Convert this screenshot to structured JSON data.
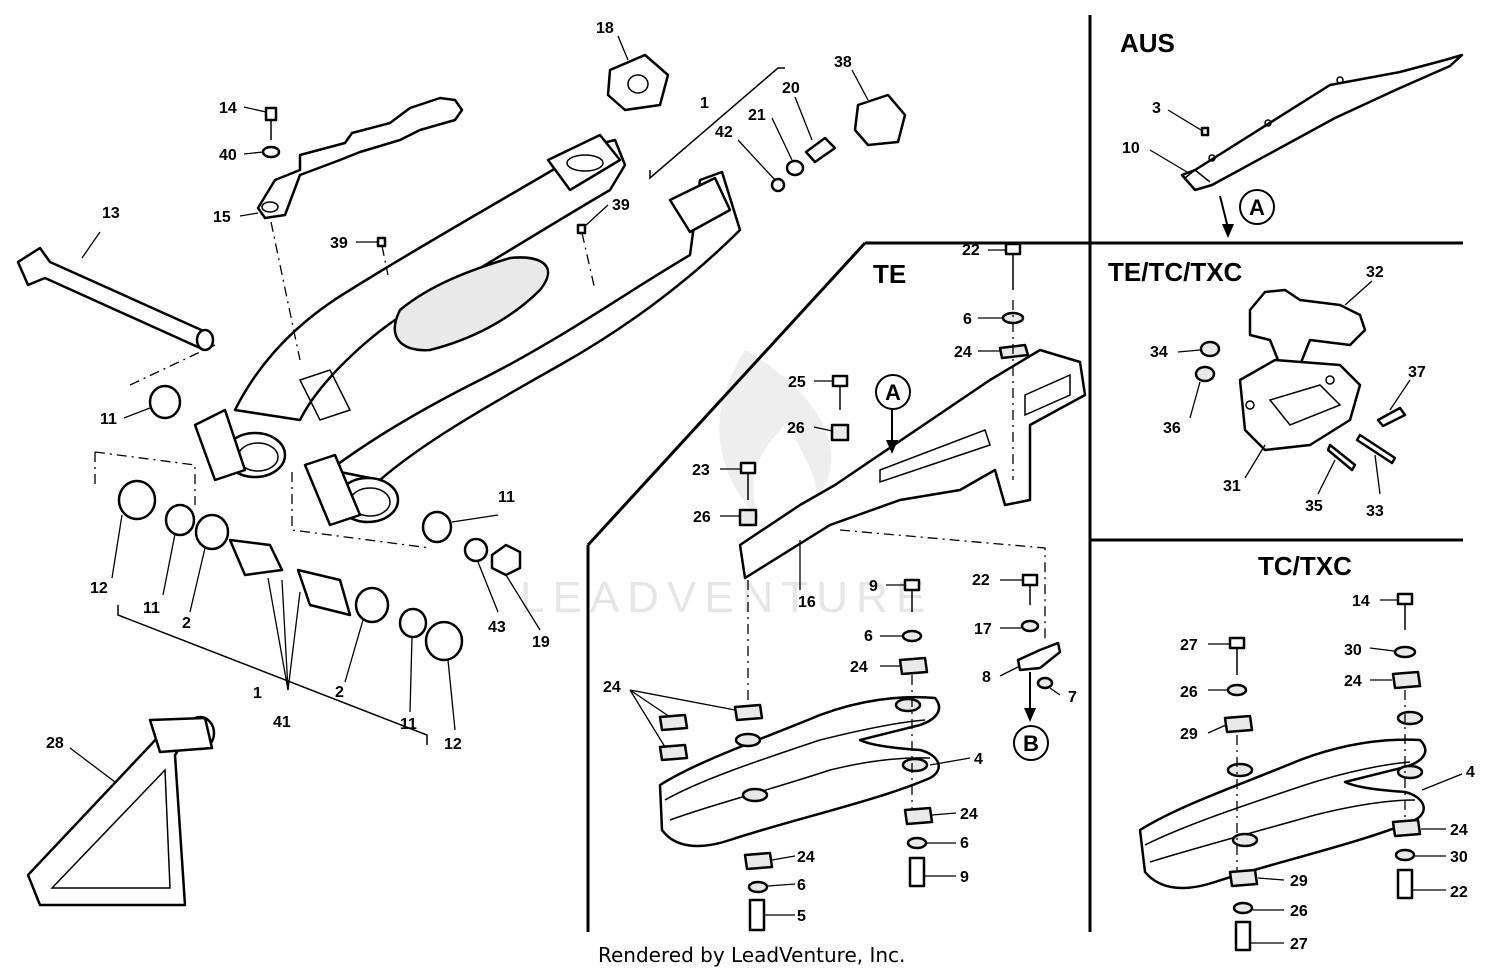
{
  "sections": {
    "aus": "AUS",
    "te": "TE",
    "te_tc_txc": "TE/TC/TXC",
    "tc_txc": "TC/TXC"
  },
  "callouts": {
    "a": "A",
    "b": "B"
  },
  "watermark": "LEADVENTURE",
  "footer": "Rendered by LeadVenture, Inc.",
  "labels": {
    "swingarm": {
      "l18": "18",
      "l38": "38",
      "l14": "14",
      "l40": "40",
      "l15": "15",
      "l1a": "1",
      "l20": "20",
      "l21": "21",
      "l42": "42",
      "l39a": "39",
      "l39b": "39",
      "l13": "13",
      "l11a": "11",
      "l11b": "11",
      "l11c": "11",
      "l11d": "11",
      "l12a": "12",
      "l12b": "12",
      "l2a": "2",
      "l2b": "2",
      "l43": "43",
      "l19": "19",
      "l1b": "1",
      "l41": "41",
      "l28": "28"
    },
    "aus": {
      "l3": "3",
      "l10": "10"
    },
    "te": {
      "l22a": "22",
      "l6a": "6",
      "l24a": "24",
      "l25": "25",
      "l26a": "26",
      "l23": "23",
      "l26b": "26",
      "l16": "16",
      "l9a": "9",
      "l6b": "6",
      "l24b": "24",
      "l22b": "22",
      "l17": "17",
      "l8": "8",
      "l7": "7",
      "l24c": "24",
      "l4": "4",
      "l24d": "24",
      "l6c": "6",
      "l9b": "9",
      "l24e": "24",
      "l6d": "6",
      "l5": "5"
    },
    "te_tc_txc": {
      "l32": "32",
      "l34": "34",
      "l37": "37",
      "l36": "36",
      "l31": "31",
      "l35": "35",
      "l33": "33"
    },
    "tc_txc": {
      "l14": "14",
      "l27a": "27",
      "l30a": "30",
      "l26a": "26",
      "l24a": "24",
      "l29a": "29",
      "l4": "4",
      "l24b": "24",
      "l30b": "30",
      "l29b": "29",
      "l22": "22",
      "l26b": "26",
      "l27b": "27"
    }
  }
}
